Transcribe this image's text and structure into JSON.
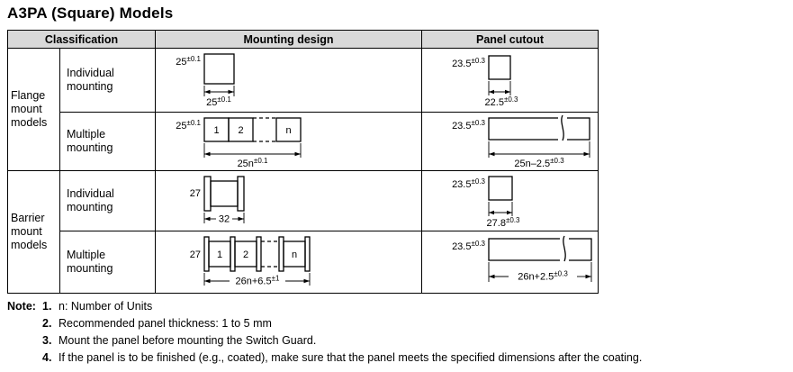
{
  "title": "A3PA (Square) Models",
  "table": {
    "headers": {
      "classification": "Classification",
      "mounting_design": "Mounting design",
      "panel_cutout": "Panel cutout"
    },
    "groups": {
      "flange": "Flange mount models",
      "barrier": "Barrier mount models"
    },
    "rows": {
      "flange_individual": {
        "type": "Individual mounting",
        "mount_h": {
          "v": "25",
          "t": "±0.1"
        },
        "mount_w": {
          "v": "25",
          "t": "±0.1"
        },
        "cut_h": {
          "v": "23.5",
          "t": "±0.3"
        },
        "cut_w": {
          "v": "22.5",
          "t": "±0.3"
        }
      },
      "flange_multiple": {
        "type": "Multiple mounting",
        "mount_h": {
          "v": "25",
          "t": "±0.1"
        },
        "mount_w": {
          "v": "25n",
          "t": "±0.1"
        },
        "units": [
          "1",
          "2",
          "n"
        ],
        "cut_h": {
          "v": "23.5",
          "t": "±0.3"
        },
        "cut_w": {
          "v": "25n–2.5",
          "t": "±0.3"
        }
      },
      "barrier_individual": {
        "type": "Individual mounting",
        "mount_h": {
          "v": "27",
          "t": ""
        },
        "mount_w": {
          "v": "32",
          "t": ""
        },
        "cut_h": {
          "v": "23.5",
          "t": "±0.3"
        },
        "cut_w": {
          "v": "27.8",
          "t": "±0.3"
        }
      },
      "barrier_multiple": {
        "type": "Multiple mounting",
        "mount_h": {
          "v": "27",
          "t": ""
        },
        "mount_w": {
          "v": "26n+6.5",
          "t": "±1"
        },
        "units": [
          "1",
          "2",
          "n"
        ],
        "cut_h": {
          "v": "23.5",
          "t": "±0.3"
        },
        "cut_w": {
          "v": "26n+2.5",
          "t": "±0.3"
        }
      }
    }
  },
  "notes": {
    "label": "Note:",
    "items": [
      {
        "num": "1.",
        "text": "n: Number of Units"
      },
      {
        "num": "2.",
        "text": "Recommended panel thickness: 1 to 5 mm"
      },
      {
        "num": "3.",
        "text": "Mount the panel before mounting the Switch Guard."
      },
      {
        "num": "4.",
        "text": "If the panel is to be finished (e.g., coated), make sure that the panel meets the specified dimensions after the coating."
      }
    ]
  },
  "colors": {
    "header_bg": "#d9d9d9",
    "border": "#000000",
    "text": "#000000"
  }
}
